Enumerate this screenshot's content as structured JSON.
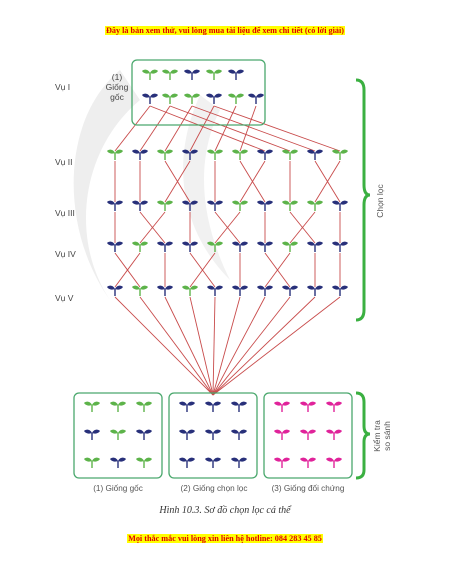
{
  "banners": {
    "top": "Đây là bản xem thử, vui lòng mua tài liệu để xem chi tiết (có lời giải)",
    "bottom": "Mọi thắc mắc vui lòng xin liên hệ hotline: 084 283 45 85"
  },
  "rows": [
    "Vụ I",
    "Vụ II",
    "Vụ III",
    "Vụ IV",
    "Vụ V"
  ],
  "origin_label": [
    "(1)",
    "Giống",
    "gốc"
  ],
  "bracket_select": "Chọn lọc",
  "bracket_test": [
    "Kiểm tra",
    "so sánh"
  ],
  "box_captions": [
    "(1) Giống gốc",
    "(2) Giống chọn lọc",
    "(3) Giống đối chứng"
  ],
  "figure_title": "Hình 10.3. Sơ đồ chọn lọc cá thể",
  "colors": {
    "green": "#5db34a",
    "navy": "#28307a",
    "pink": "#e0239a",
    "line": "#c84b4b",
    "bracket": "#3bb041",
    "box": "#4aa86d"
  }
}
